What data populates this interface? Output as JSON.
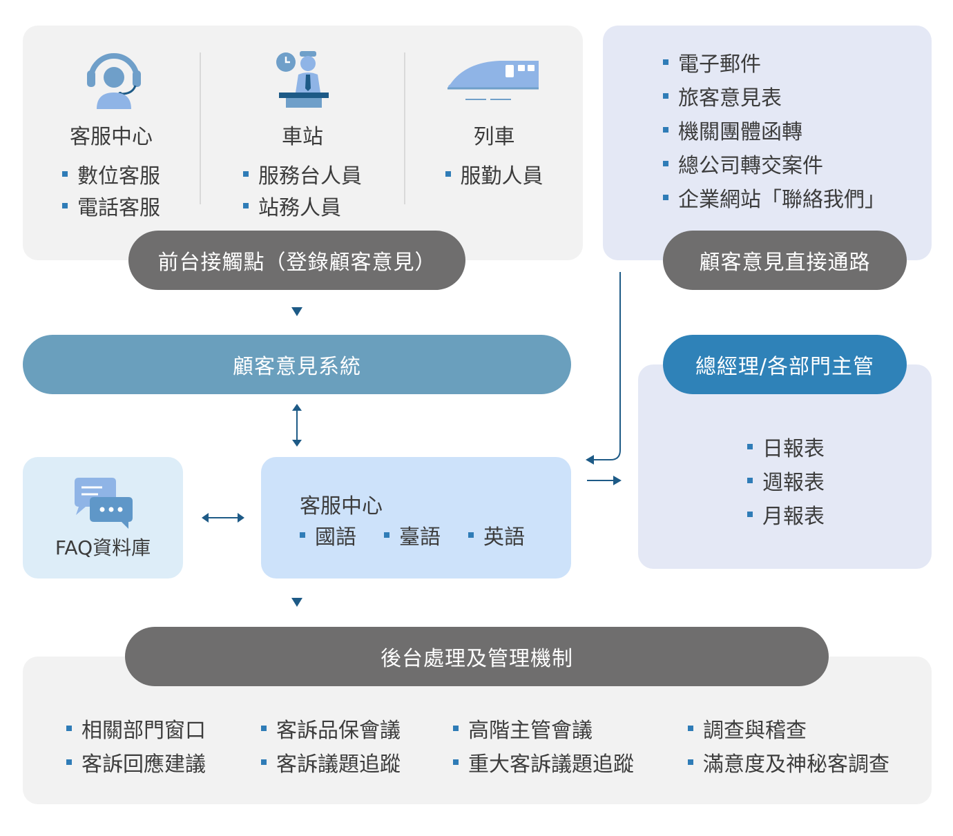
{
  "front": {
    "pill": "前台接觸點（登錄顧客意見）",
    "columns": [
      {
        "title": "客服中心",
        "items": [
          "數位客服",
          "電話客服"
        ]
      },
      {
        "title": "車站",
        "items": [
          "服務台人員",
          "站務人員"
        ]
      },
      {
        "title": "列車",
        "items": [
          "服勤人員"
        ]
      }
    ]
  },
  "direct": {
    "pill": "顧客意見直接通路",
    "items": [
      "電子郵件",
      "旅客意見表",
      "機關團體函轉",
      "總公司轉交案件",
      "企業網站「聯絡我們」"
    ]
  },
  "system": {
    "pill": "顧客意見系統"
  },
  "faq": {
    "label": "FAQ資料庫"
  },
  "service": {
    "title": "客服中心",
    "items": [
      "國語",
      "臺語",
      "英語"
    ]
  },
  "management": {
    "pill": "總經理/各部門主管",
    "items": [
      "日報表",
      "週報表",
      "月報表"
    ]
  },
  "backend": {
    "pill": "後台處理及管理機制",
    "columns": [
      [
        "相關部門窗口",
        "客訴回應建議"
      ],
      [
        "客訴品保會議",
        "客訴議題追蹤"
      ],
      [
        "高階主管會議",
        "重大客訴議題追蹤"
      ],
      [
        "調查與稽查",
        "滿意度及神秘客調查"
      ]
    ]
  },
  "colors": {
    "pill_dark": "#6f6e6e",
    "system_blue": "#6a9fbd",
    "management_blue": "#2f82b8",
    "bullet": "#2f7cb7",
    "arrow": "#1d5a86"
  },
  "icons": [
    "headset-agent-icon",
    "station-clerk-icon",
    "train-icon",
    "chat-bubbles-icon"
  ]
}
